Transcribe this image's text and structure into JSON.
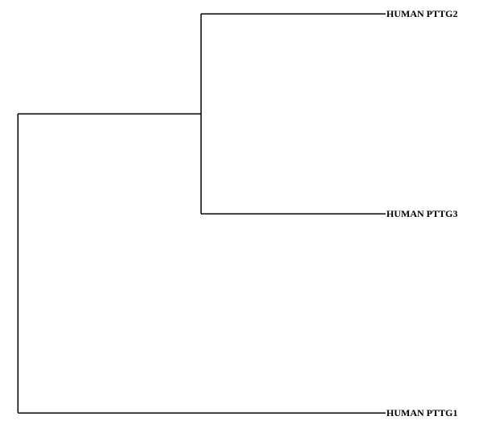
{
  "tree": {
    "leaves": [
      {
        "label": "HUMAN PTTG2"
      },
      {
        "label": "HUMAN PTTG3"
      },
      {
        "label": "HUMAN PTTG1"
      }
    ]
  }
}
